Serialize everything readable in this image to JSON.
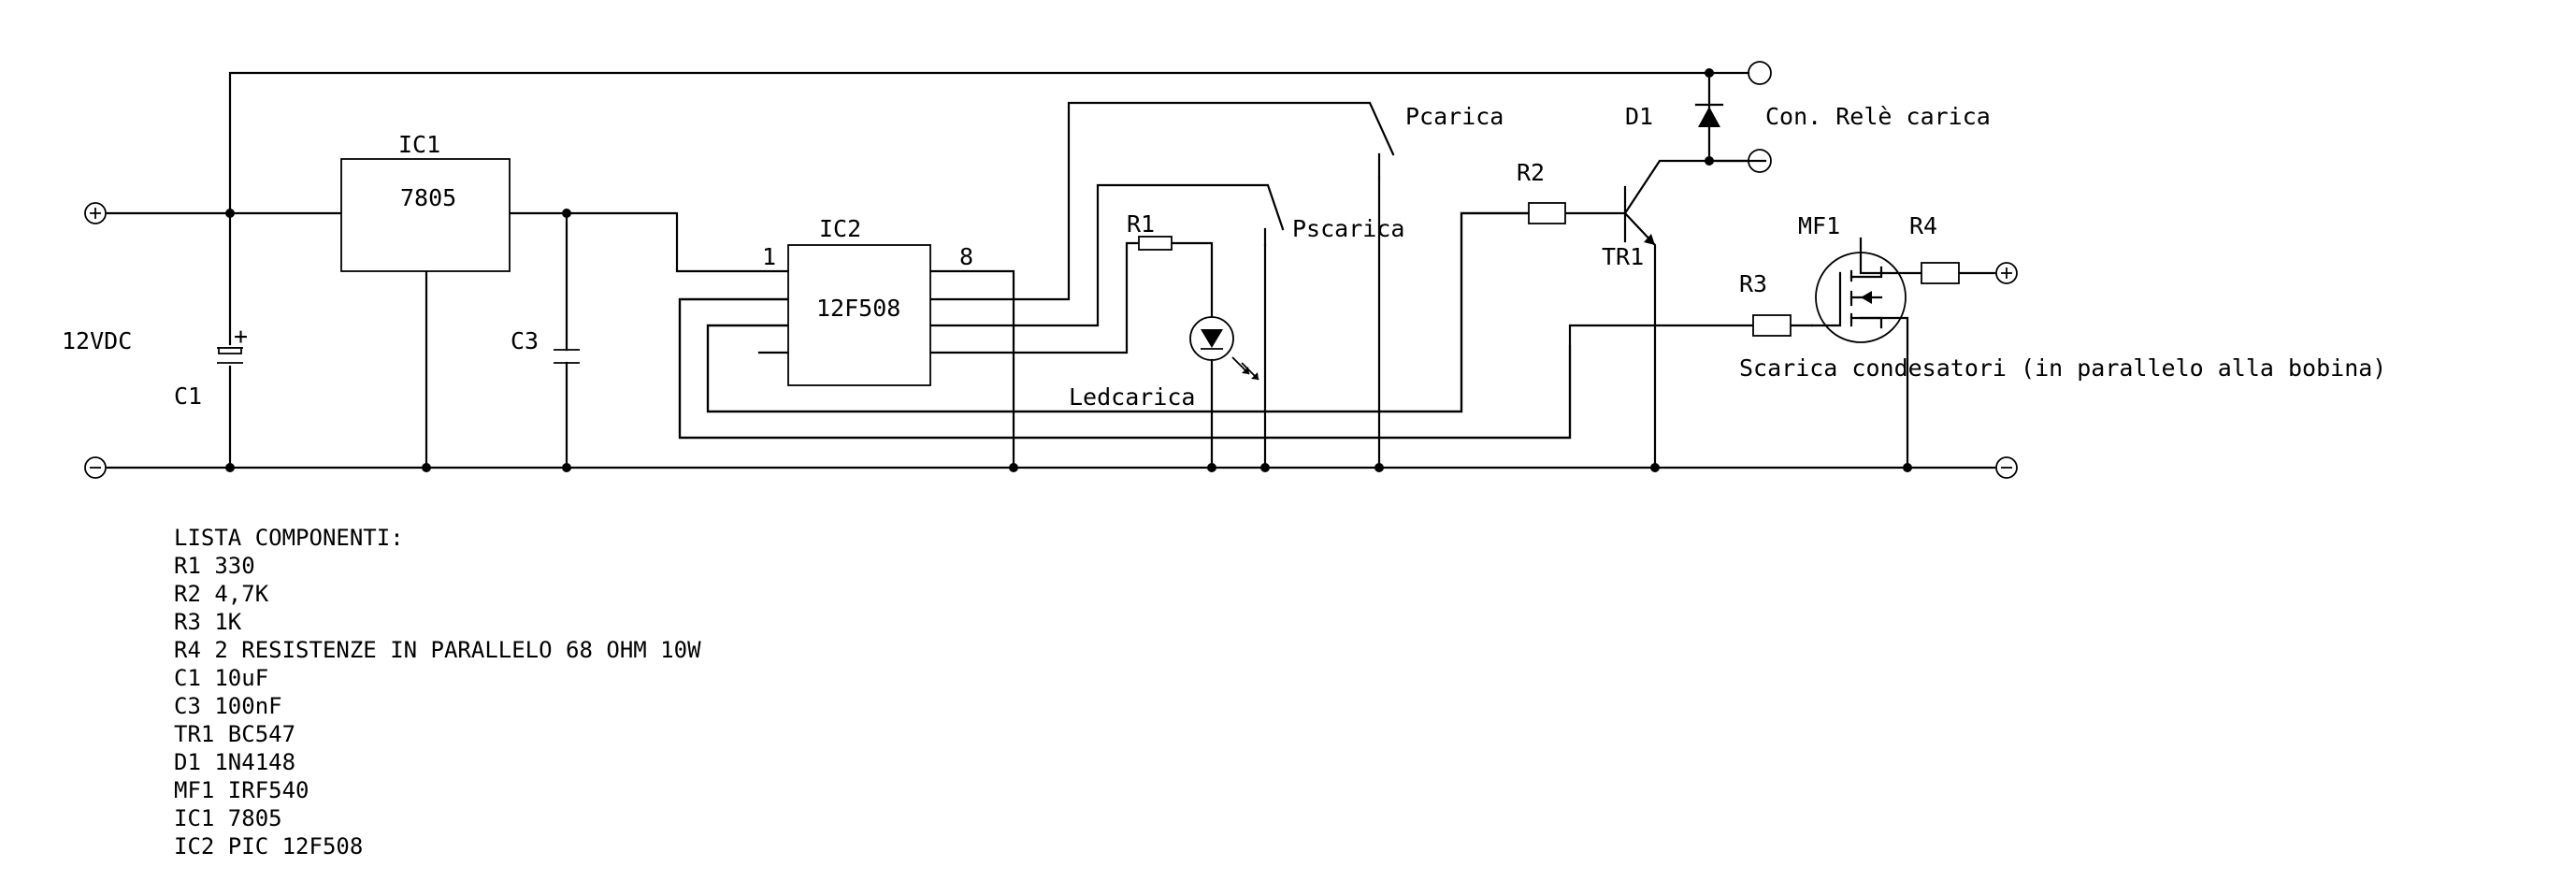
{
  "labels": {
    "ic1": "IC1",
    "ic1_part": "7805",
    "ic2": "IC2",
    "ic2_part": "12F508",
    "pin1": "1",
    "pin8": "8",
    "supply": "12VDC",
    "c1": "C1",
    "c3": "C3",
    "r1": "R1",
    "r2": "R2",
    "r3": "R3",
    "r4": "R4",
    "d1": "D1",
    "tr1": "TR1",
    "mf1": "MF1",
    "pcarica": "Pcarica",
    "pscarica": "Pscarica",
    "ledcarica": "Ledcarica",
    "relay": "Con. Relè carica",
    "scarica": "Scarica condesatori (in parallelo alla bobina)",
    "plus_sign": "+"
  },
  "components_list": {
    "title": "LISTA COMPONENTI:",
    "items": [
      "R1 330",
      "R2 4,7K",
      "R3 1K",
      "R4 2 RESISTENZE IN PARALLELO 68 OHM 10W",
      "C1 10uF",
      "C3 100nF",
      "TR1 BC547",
      "D1 1N4148",
      "MF1 IRF540",
      "IC1 7805",
      "IC2 PIC 12F508"
    ]
  },
  "colors": {
    "ink": "#000000",
    "background": "#ffffff"
  }
}
